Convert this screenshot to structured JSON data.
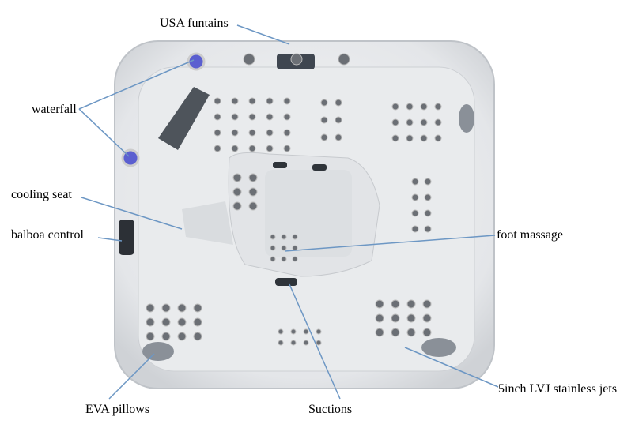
{
  "labels": {
    "usa_fountains": "USA funtains",
    "waterfall": "waterfall",
    "cooling_seat": "cooling seat",
    "balboa_control": "balboa control",
    "foot_massage": "foot massage",
    "eva_pillows": "EVA pillows",
    "suctions": "Suctions",
    "lvj_jets": "5inch LVJ stainless jets"
  },
  "colors": {
    "leader_line": "#6d97c4",
    "shell": "#eceef0",
    "shell_shadow": "#c9ccd0",
    "pillow": "#8a9098",
    "jet": "#6b6f75"
  }
}
